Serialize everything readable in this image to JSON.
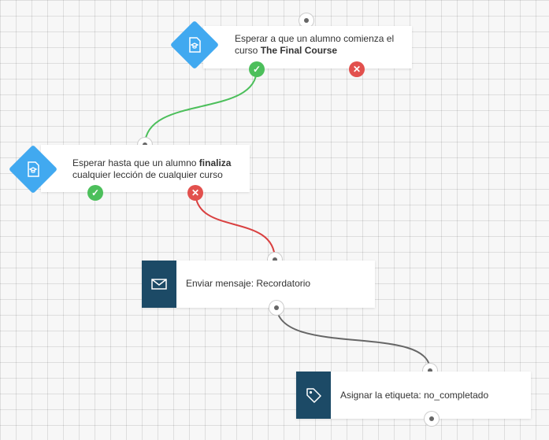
{
  "colors": {
    "trigger_diamond": "#41a9f0",
    "action_square": "#1c4a66",
    "yes_path": "#4cbf5b",
    "no_path": "#d94040",
    "neutral_path": "#666666"
  },
  "nodes": [
    {
      "type": "wait-trigger",
      "icon": "course-document-icon",
      "text_prefix": "Esperar a que un alumno comienza el curso ",
      "text_bold": "The Final Course",
      "text_suffix": ""
    },
    {
      "type": "wait-trigger",
      "icon": "course-document-icon",
      "text_prefix": "Esperar hasta que un alumno ",
      "text_bold": "finaliza",
      "text_suffix": " cualquier lección de cualquier curso"
    },
    {
      "type": "action",
      "icon": "envelope-icon",
      "text": "Enviar mensaje: Recordatorio"
    },
    {
      "type": "action",
      "icon": "tag-icon",
      "text": "Asignar la etiqueta: no_completado"
    }
  ],
  "badges": {
    "yes_symbol": "✓",
    "no_symbol": "✕"
  },
  "connections": [
    {
      "from": "node1-yes",
      "to": "node2",
      "kind": "yes"
    },
    {
      "from": "node2-no",
      "to": "node3",
      "kind": "no"
    },
    {
      "from": "node3",
      "to": "node4",
      "kind": "neutral"
    }
  ]
}
